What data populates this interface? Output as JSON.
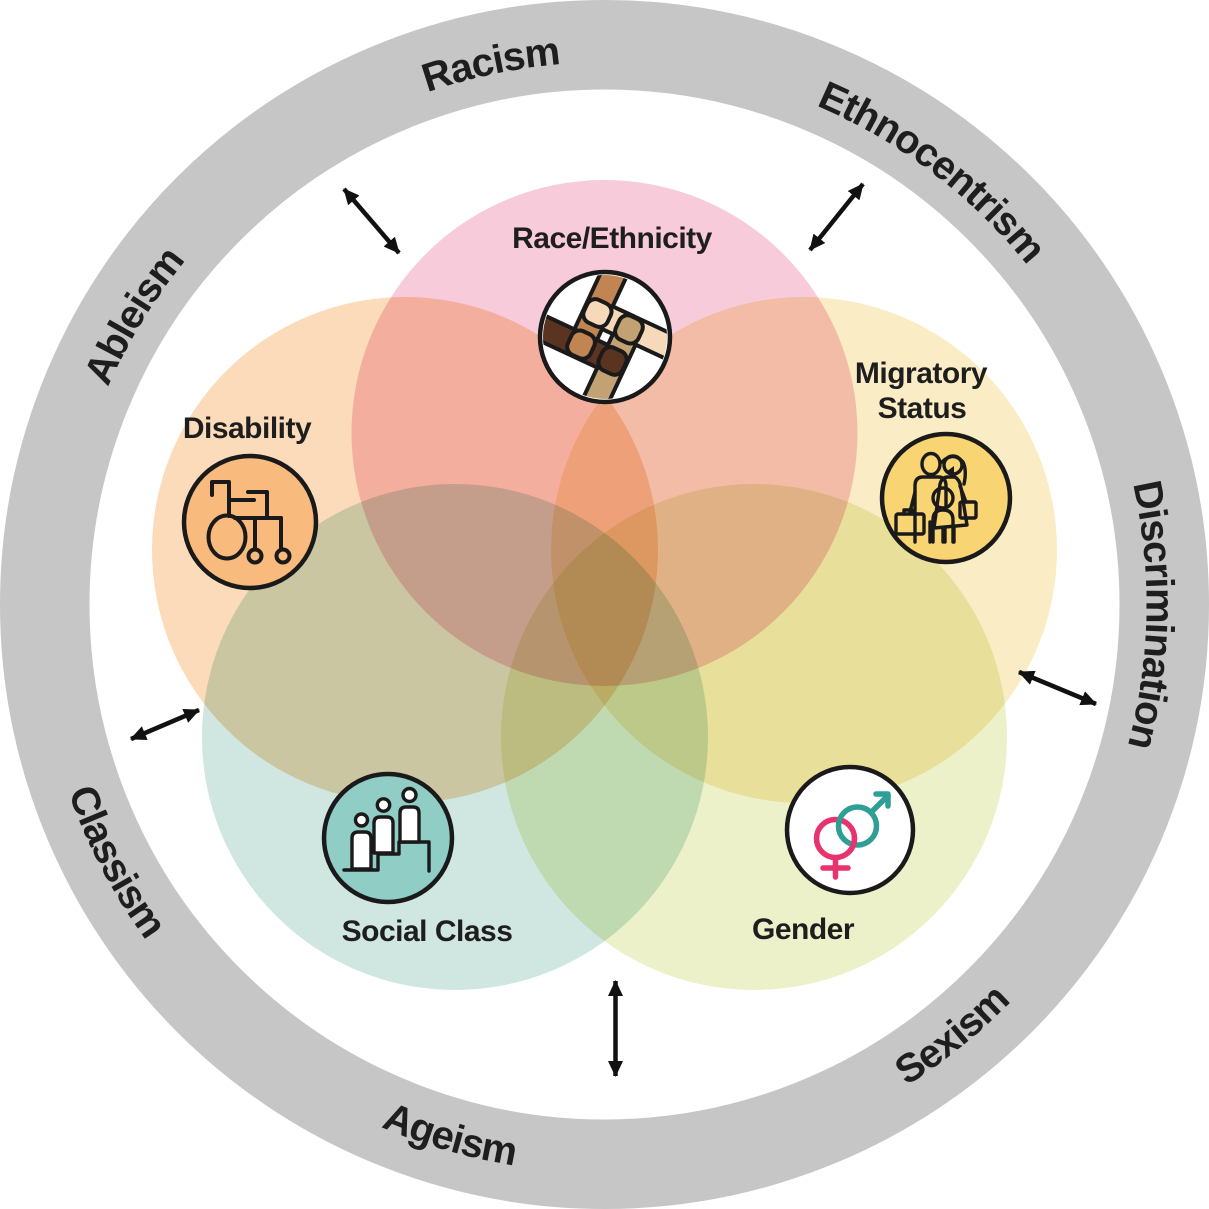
{
  "diagram": {
    "background": "#FFFFFF",
    "text_color": "#1E1E1E",
    "arrow_color": "#111111",
    "outline_color": "#1A1A1A",
    "ring": {
      "fill": "#C7C6C6",
      "labels": {
        "racism": "Racism",
        "ethnocentrism": "Ethnocentrism",
        "discrimination": "Discrimination",
        "sexism": "Sexism",
        "ageism": "Ageism",
        "classism": "Classism",
        "ableism": "Ableism"
      }
    },
    "categories": {
      "race_ethnicity": {
        "label": "Race/Ethnicity",
        "circle_fill": "#F7CBDA",
        "icon_fill": "#FFFFFF",
        "skin_tones": [
          "#C08552",
          "#F6D9B8",
          "#C2A173",
          "#5A3420"
        ]
      },
      "migratory_status": {
        "label_line1": "Migratory",
        "label_line2": "Status",
        "circle_fill": "#FAECC4",
        "icon_fill": "#F8D472"
      },
      "gender": {
        "label": "Gender",
        "circle_fill": "#ECF1C9",
        "icon_fill": "#FFFFFF",
        "female_symbol_color": "#E8336E",
        "male_symbol_color": "#2E9F96"
      },
      "social_class": {
        "label": "Social Class",
        "circle_fill": "#CFE7E0",
        "icon_fill": "#8FCDC5"
      },
      "disability": {
        "label": "Disability",
        "circle_fill": "#FBDBB9",
        "icon_fill": "#F8BA7D"
      }
    }
  }
}
